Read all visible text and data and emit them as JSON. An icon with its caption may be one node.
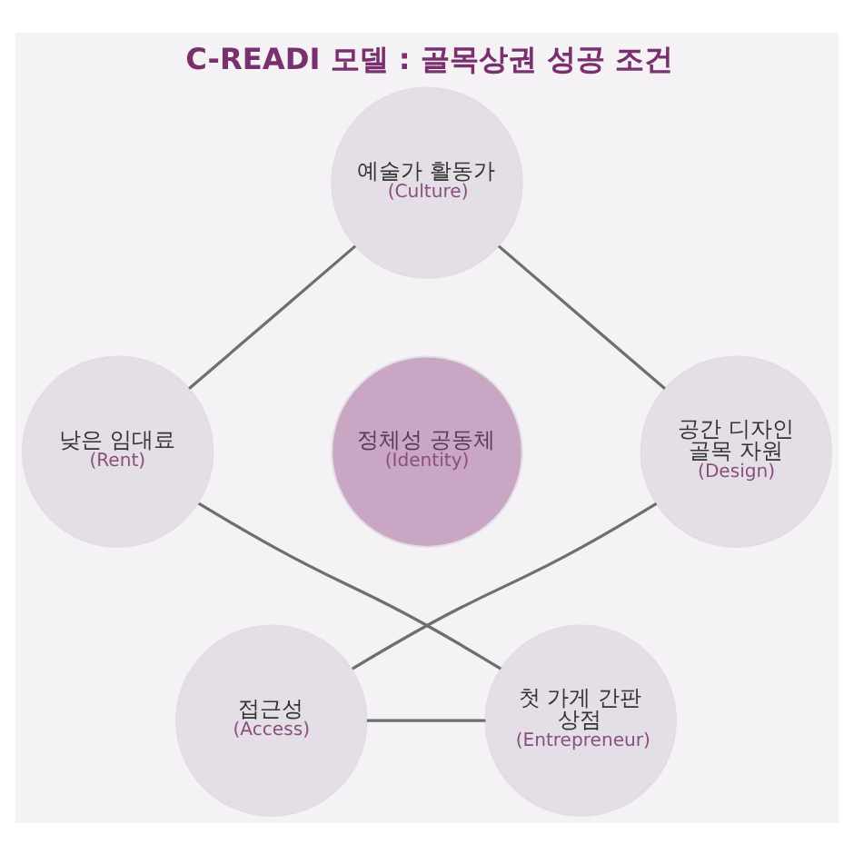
{
  "diagram": {
    "title": "C-READI 모델 : 골목상권 성공 조건",
    "nodes": [
      {
        "text": [
          "예술가 활동가",
          "(Culture)"
        ]
      },
      {
        "text": [
          "공간 디자인 골목 자원",
          "(Design)"
        ]
      },
      {
        "text": [
          "접근성",
          "(Access)"
        ]
      },
      {
        "text": [
          "첫 가게 간판 상점",
          "(Entrepreneur)"
        ]
      },
      {
        "text": [
          "낮은 임대료",
          "(Rent)"
        ]
      },
      {
        "text": [
          "정체성 공동체",
          "(Identity)"
        ]
      }
    ],
    "edges": [
      {
        "from": 0,
        "to": 1,
        "arrow": "none"
      },
      {
        "from": 1,
        "to": 2,
        "arrow": "none"
      },
      {
        "from": 2,
        "to": 3,
        "arrow": "none"
      },
      {
        "from": 3,
        "to": 4,
        "arrow": "none"
      },
      {
        "from": 4,
        "to": 0,
        "arrow": "none"
      }
    ]
  }
}
